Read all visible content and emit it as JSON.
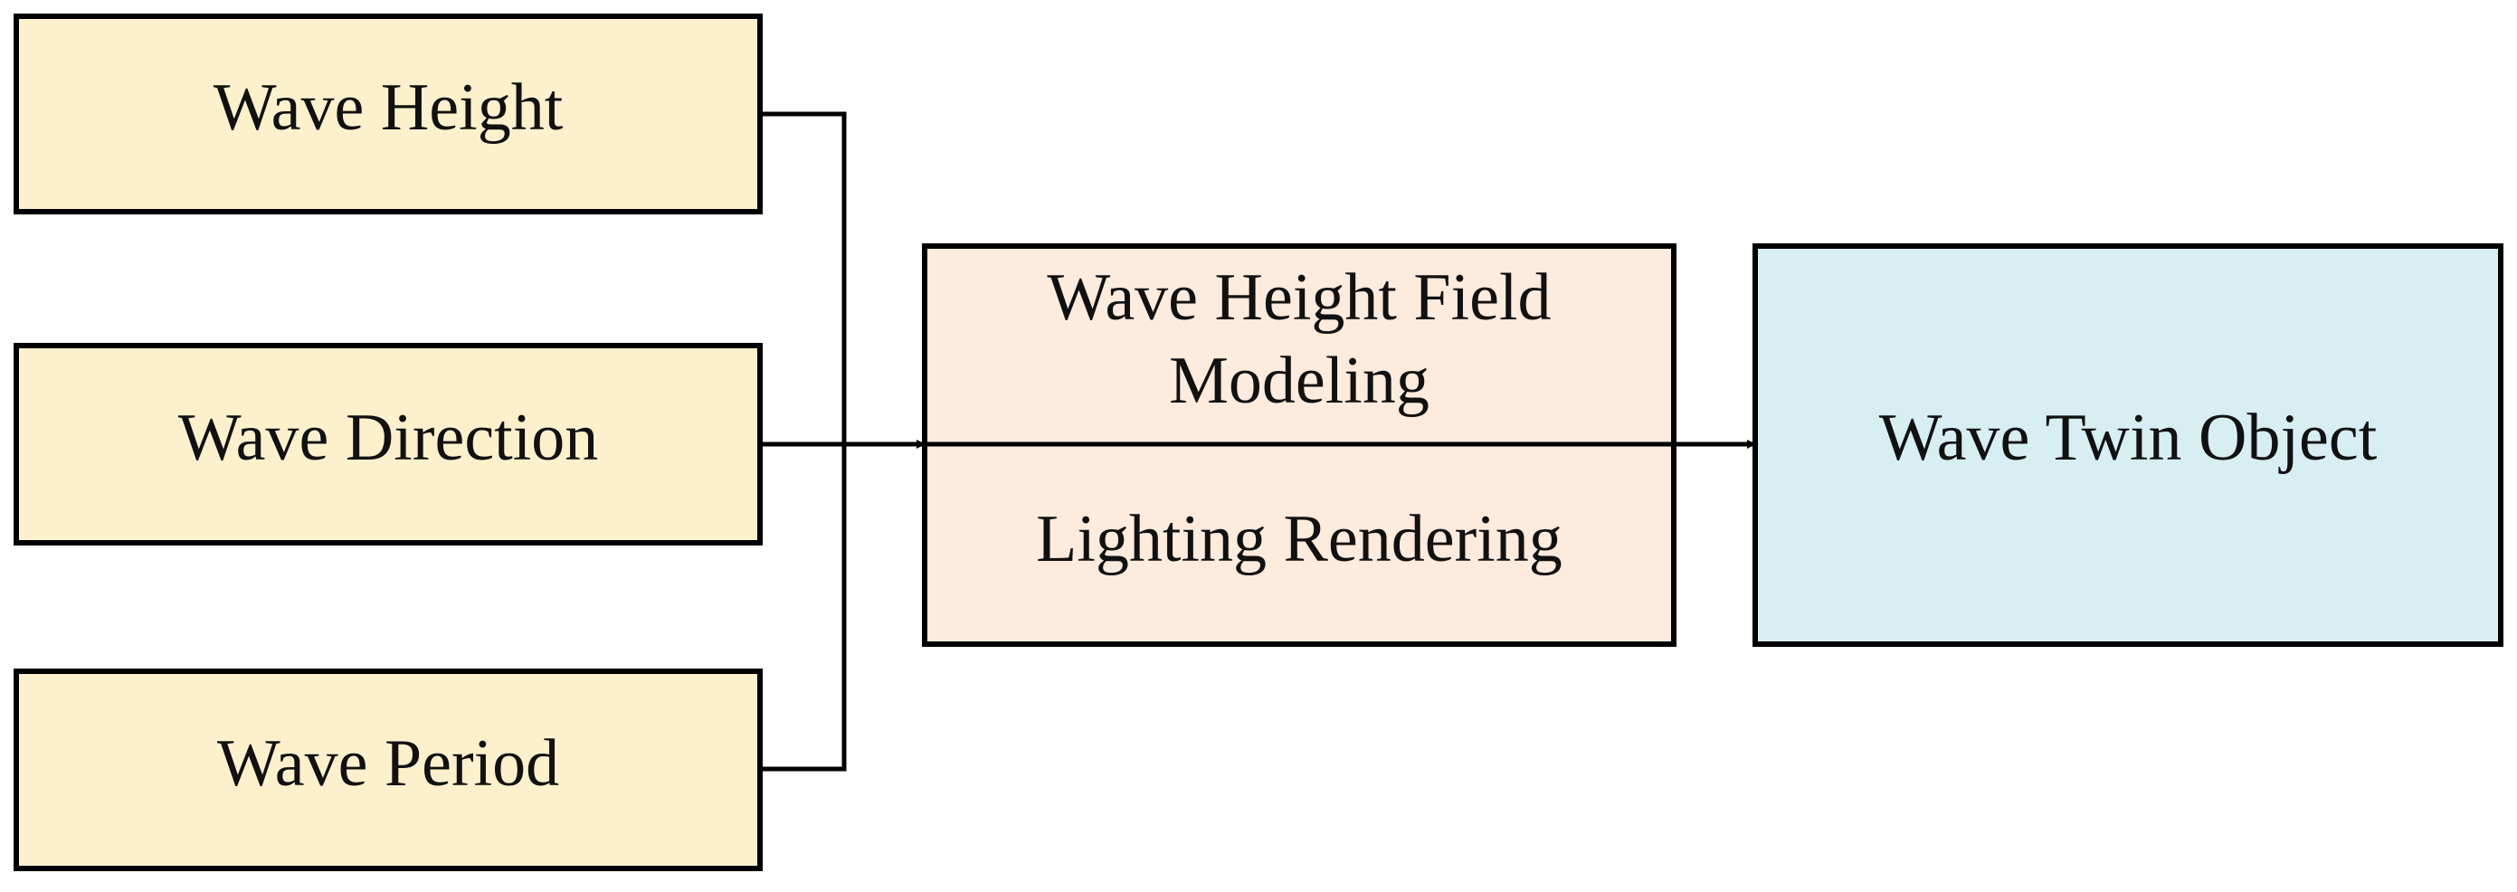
{
  "inputs": [
    {
      "label": "Wave Height"
    },
    {
      "label": "Wave Direction"
    },
    {
      "label": "Wave Period"
    }
  ],
  "process": {
    "top_line1": "Wave Height Field",
    "top_line2": "Modeling",
    "bottom": "Lighting Rendering"
  },
  "output": {
    "label": "Wave Twin Object"
  },
  "colors": {
    "input_fill": "#fdf1cd",
    "process_fill": "#fdebdd",
    "output_fill": "#d7eef3",
    "stroke": "#000000"
  }
}
